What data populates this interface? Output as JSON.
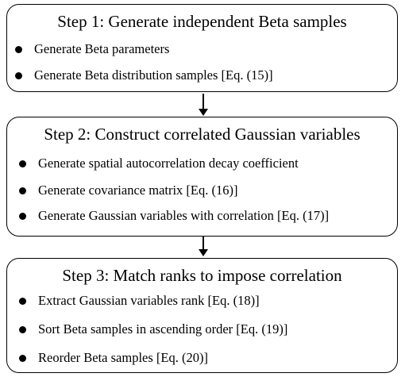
{
  "steps": [
    {
      "title": "Step 1: Generate independent Beta samples",
      "items": [
        "Generate Beta parameters",
        "Generate Beta distribution samples [Eq. (15)]"
      ]
    },
    {
      "title": "Step 2: Construct correlated Gaussian variables",
      "items": [
        "Generate spatial autocorrelation decay coefficient",
        "Generate covariance matrix [Eq. (16)]",
        "Generate Gaussian variables with correlation [Eq. (17)]"
      ]
    },
    {
      "title": "Step 3: Match ranks to impose correlation",
      "items": [
        "Extract Gaussian variables rank [Eq. (18)]",
        "Sort Beta samples in ascending order [Eq. (19)]",
        "Reorder Beta samples  [Eq. (20)]"
      ]
    }
  ],
  "icons": {
    "bullet": "bullet-dot-icon",
    "arrow": "arrow-down-icon"
  }
}
